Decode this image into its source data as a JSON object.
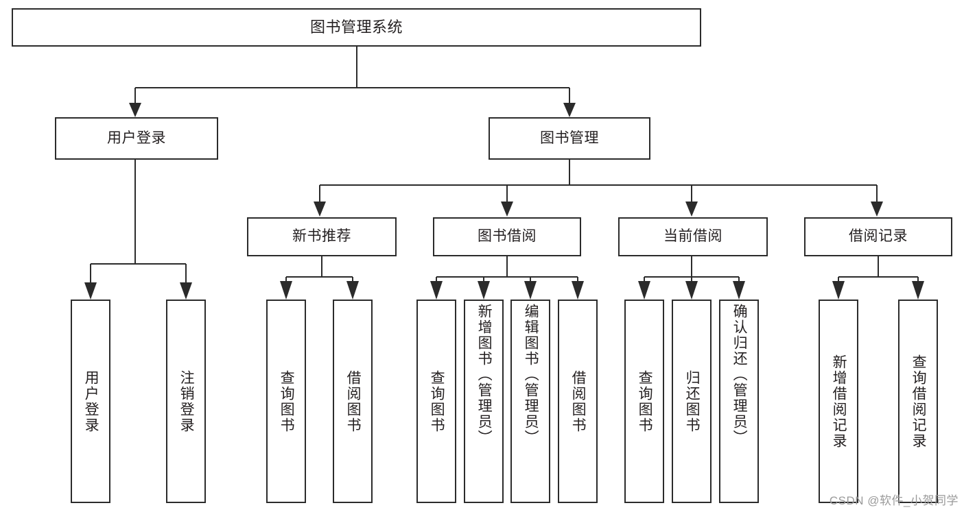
{
  "diagram": {
    "title": "图书管理系统",
    "type": "tree",
    "watermark": "CSDN @软件_小贺同学",
    "colors": {
      "stroke": "#2b2b2b",
      "fill": "#ffffff",
      "text": "#231f20",
      "watermark": "#9a9a9a"
    },
    "nodes": {
      "root": {
        "label": "图书管理系统"
      },
      "level2": [
        {
          "id": "user-login",
          "label": "用户登录"
        },
        {
          "id": "book-manage",
          "label": "图书管理"
        }
      ],
      "level3": [
        {
          "id": "new-book-recommend",
          "label": "新书推荐"
        },
        {
          "id": "book-borrow",
          "label": "图书借阅"
        },
        {
          "id": "current-borrow",
          "label": "当前借阅"
        },
        {
          "id": "borrow-record",
          "label": "借阅记录"
        }
      ],
      "leaves": {
        "user-login": [
          {
            "id": "leaf-user-login",
            "label": "用户登录"
          },
          {
            "id": "leaf-logout-login",
            "label": "注销登录"
          }
        ],
        "new-book-recommend": [
          {
            "id": "leaf-query-book-1",
            "label": "查询图书"
          },
          {
            "id": "leaf-borrow-book-1",
            "label": "借阅图书"
          }
        ],
        "book-borrow": [
          {
            "id": "leaf-query-book-2",
            "label": "查询图书"
          },
          {
            "id": "leaf-add-book",
            "label": "新增图书（管理员）"
          },
          {
            "id": "leaf-edit-book",
            "label": "编辑图书（管理员）"
          },
          {
            "id": "leaf-borrow-book-2",
            "label": "借阅图书"
          }
        ],
        "current-borrow": [
          {
            "id": "leaf-query-book-3",
            "label": "查询图书"
          },
          {
            "id": "leaf-return-book",
            "label": "归还图书"
          },
          {
            "id": "leaf-confirm-return",
            "label": "确认归还（管理员）"
          }
        ],
        "borrow-record": [
          {
            "id": "leaf-add-record",
            "label": "新增借阅记录"
          },
          {
            "id": "leaf-query-record",
            "label": "查询借阅记录"
          }
        ]
      }
    }
  }
}
